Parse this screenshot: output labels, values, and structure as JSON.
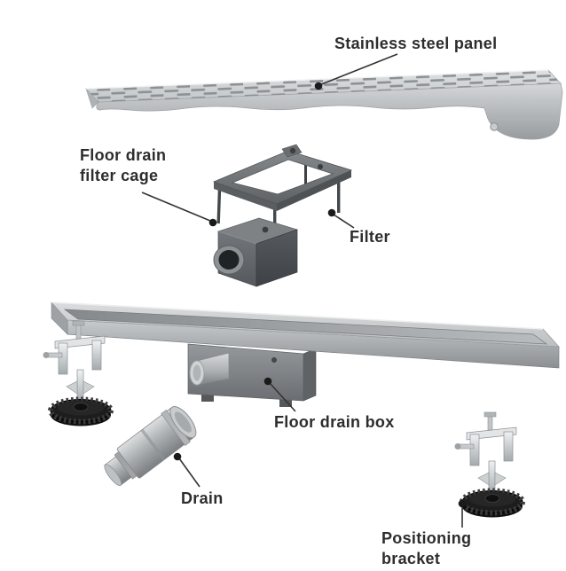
{
  "diagram": {
    "labels": {
      "panel": "Stainless steel panel",
      "filter_cage": "Floor drain\nfilter cage",
      "filter": "Filter",
      "drain_box": "Floor drain box",
      "drain": "Drain",
      "bracket": "Positioning\nbracket"
    },
    "colors": {
      "background": "#ffffff",
      "label_text": "#2d2d2d",
      "leader_line": "#333333",
      "callout_dot": "#1a1a1a",
      "steel_light": "#e8eaea",
      "steel_mid": "#c0c3c5",
      "steel_dark": "#8f9396",
      "housing_dark": "#5c6064",
      "base_black": "#141414"
    }
  }
}
